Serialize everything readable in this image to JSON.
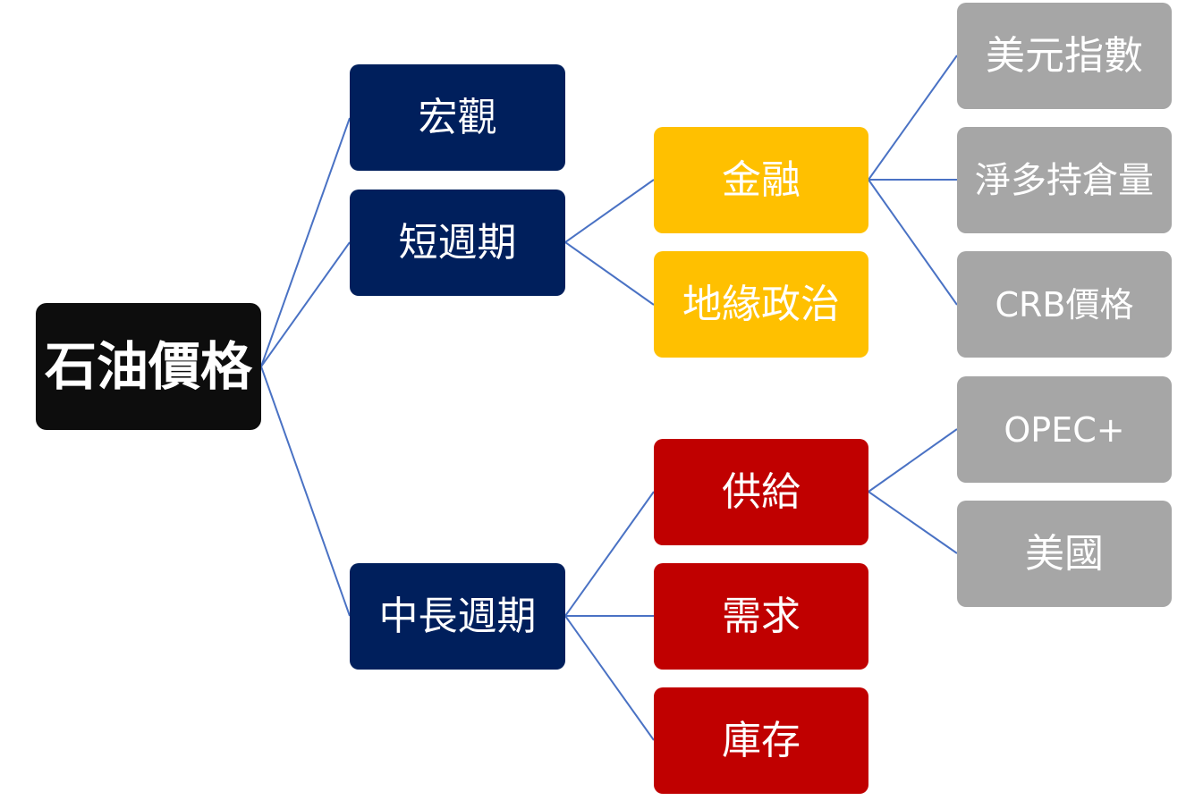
{
  "colors": {
    "root": "#0d0d0d",
    "macro": "#001f5c",
    "short_factor": "#ffc000",
    "long_factor": "#c00000",
    "detail": "#a6a6a6",
    "connector": "#4a72c4"
  },
  "root": {
    "label": "石油價格"
  },
  "level1": [
    {
      "label": "宏觀"
    },
    {
      "label": "短週期"
    },
    {
      "label": "中長週期"
    }
  ],
  "short_cycle": [
    {
      "label": "金融"
    },
    {
      "label": "地緣政治"
    }
  ],
  "long_cycle": [
    {
      "label": "供給"
    },
    {
      "label": "需求"
    },
    {
      "label": "庫存"
    }
  ],
  "finance_details": [
    {
      "label": "美元指數"
    },
    {
      "label": "淨多持倉量"
    },
    {
      "label": "CRB價格"
    }
  ],
  "supply_details": [
    {
      "label": "OPEC+"
    },
    {
      "label": "美國"
    }
  ]
}
